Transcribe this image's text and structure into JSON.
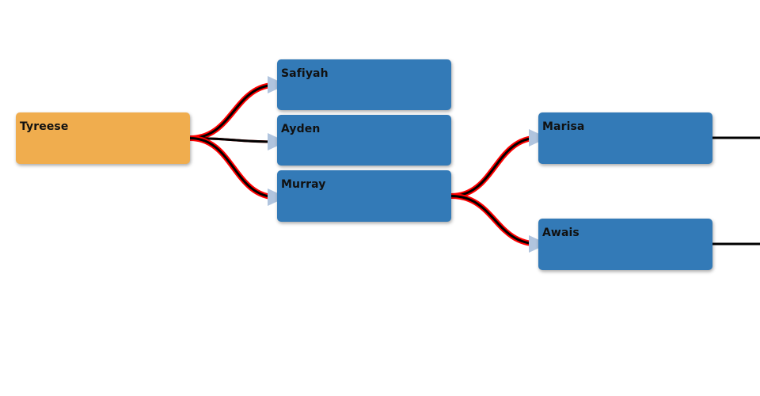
{
  "diagram": {
    "colors": {
      "root_fill": "#F0AD4E",
      "child_fill": "#337AB7",
      "link_outer": "#FF0000",
      "link_inner": "#000000",
      "arrow": "#B0C4DE"
    },
    "nodes": [
      {
        "id": "tyreese",
        "label": "Tyreese",
        "role": "root"
      },
      {
        "id": "safiyah",
        "label": "Safiyah",
        "role": "child"
      },
      {
        "id": "ayden",
        "label": "Ayden",
        "role": "child"
      },
      {
        "id": "murray",
        "label": "Murray",
        "role": "child"
      },
      {
        "id": "marisa",
        "label": "Marisa",
        "role": "child"
      },
      {
        "id": "awais",
        "label": "Awais",
        "role": "child"
      }
    ],
    "edges": [
      {
        "from": "tyreese",
        "to": "safiyah"
      },
      {
        "from": "tyreese",
        "to": "ayden"
      },
      {
        "from": "tyreese",
        "to": "murray"
      },
      {
        "from": "murray",
        "to": "marisa"
      },
      {
        "from": "murray",
        "to": "awais"
      }
    ]
  }
}
